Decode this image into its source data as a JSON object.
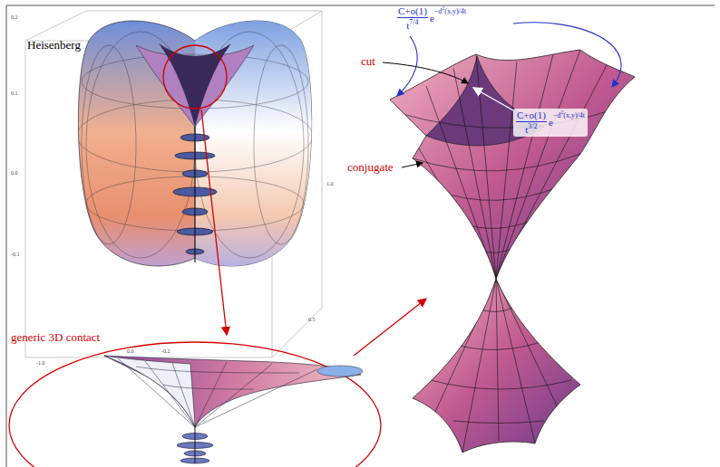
{
  "diagram": {
    "labels": [
      "Heisenberg",
      "generic 3D contact",
      "cut",
      "conjugate",
      "C+o(1)",
      "t",
      "7/4",
      "e",
      "−d",
      "2",
      "(x,y)/4t",
      "C+o(1)",
      "t",
      "3/2",
      "e",
      "−d",
      "2",
      "(x,y)/4t",
      "0.2",
      "0.1",
      "0.0",
      "-0.1",
      "-1.0",
      "0.5",
      "1.0",
      "0.0",
      "-0.2"
    ]
  }
}
